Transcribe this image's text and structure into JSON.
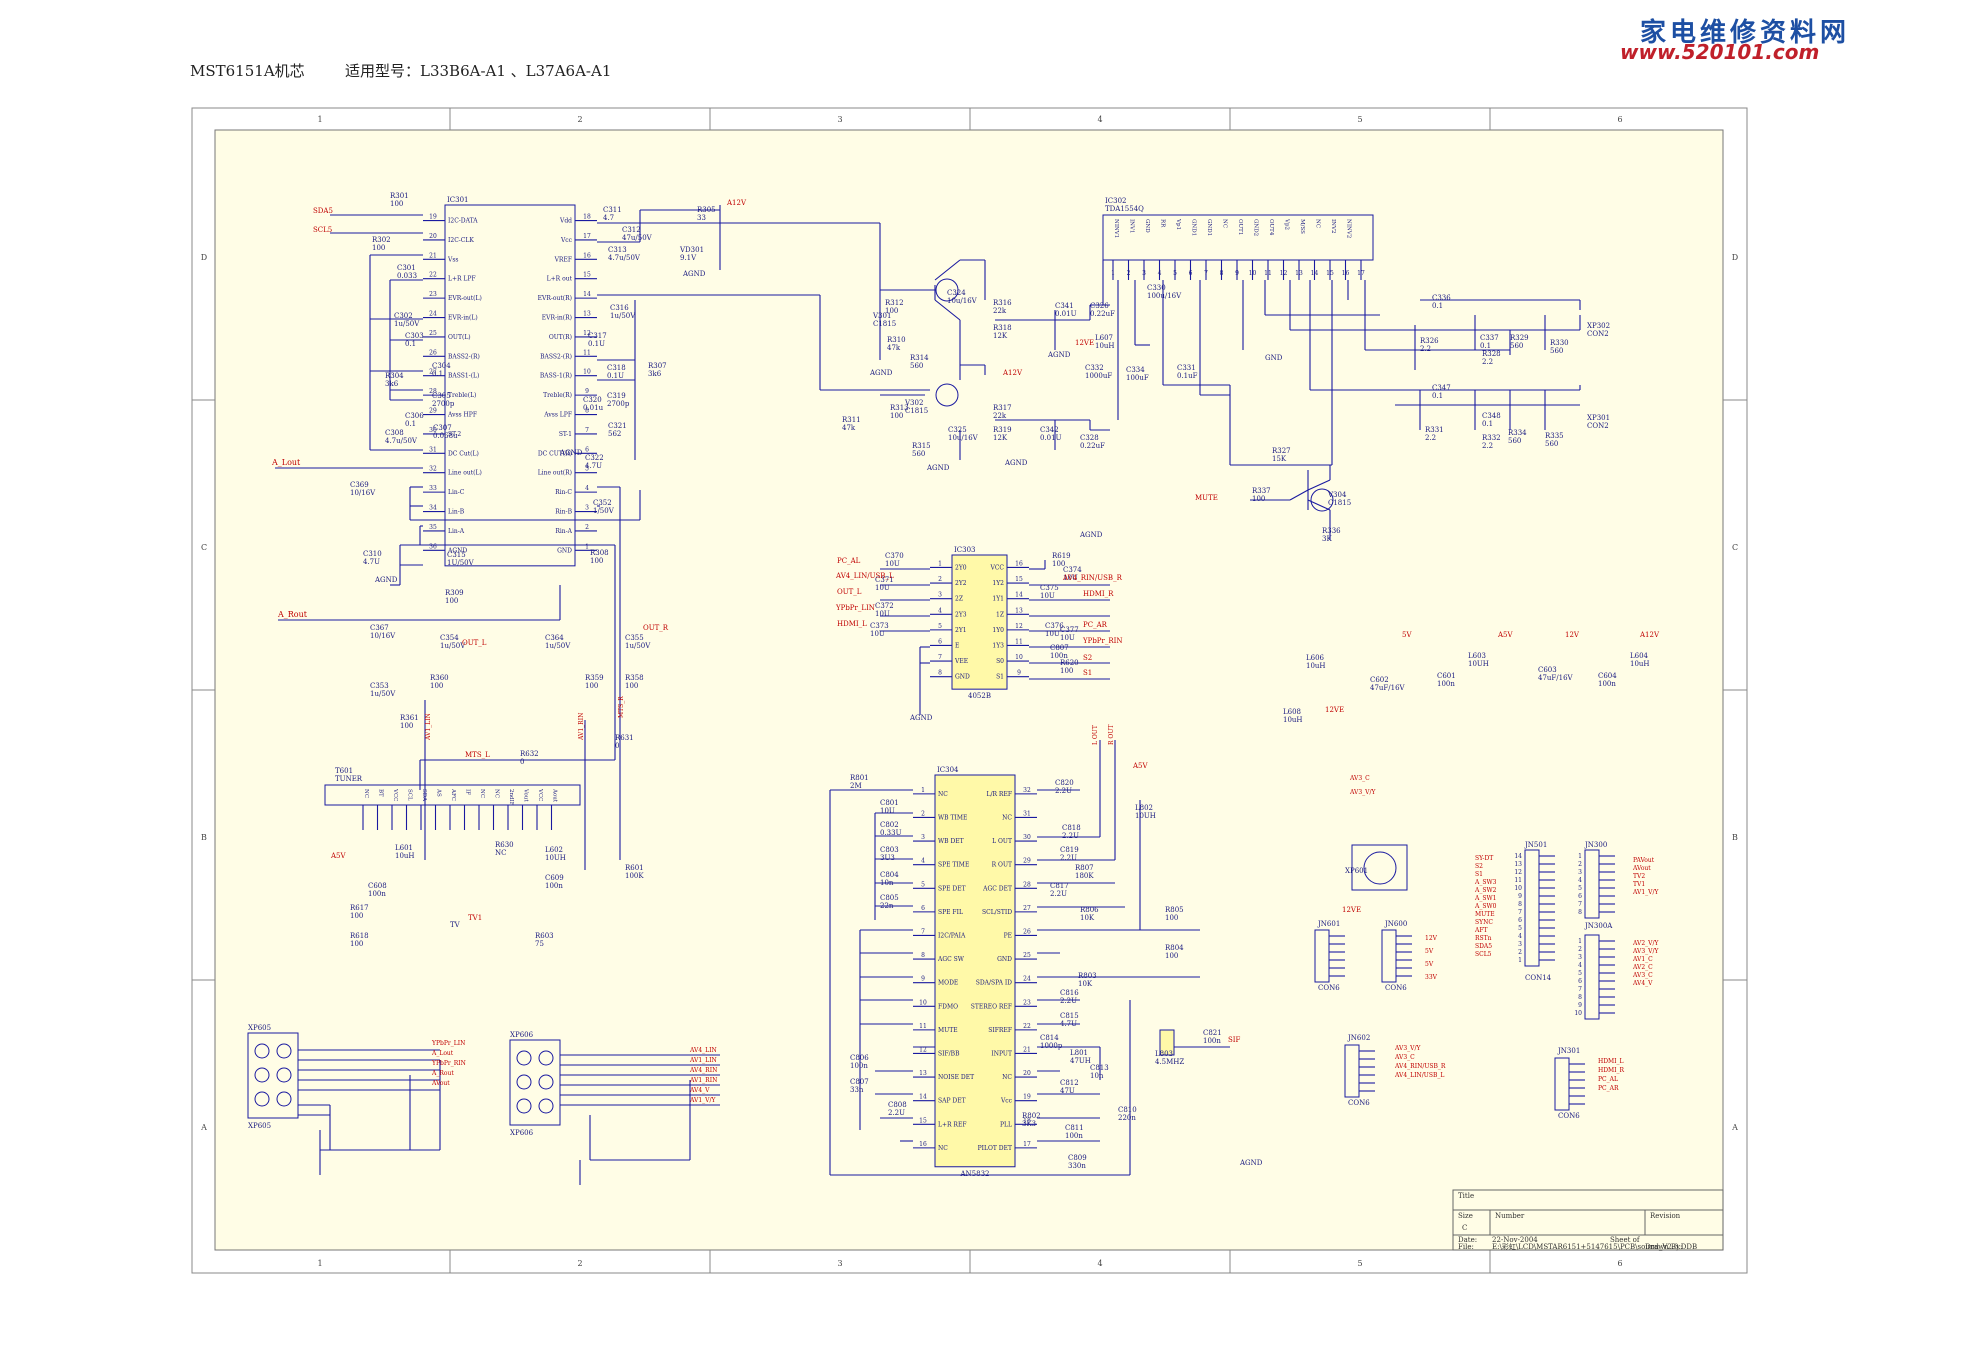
{
  "header": {
    "chip_label": "MST6151A机芯",
    "models_label": "适用型号：L33B6A-A1 、L37A6A-A1"
  },
  "watermark": {
    "site_name": "家电维修资料网",
    "site_url": "www.520101.com"
  },
  "frame": {
    "column_numbers": [
      "1",
      "2",
      "3",
      "4",
      "5",
      "6"
    ],
    "row_letters": [
      "D",
      "C",
      "B",
      "A"
    ]
  },
  "title_block": {
    "title_label": "Title",
    "size_label": "Size",
    "size_value": "C",
    "number_label": "Number",
    "revision_label": "Revision",
    "date_label": "Date:",
    "date_value": "22-Nov-2004",
    "sheet_label": "Sheet   of",
    "file_label": "File:",
    "file_value": "E:\\彩虹\\LCD\\MSTAR6151+5147615\\PCB\\sound_V2.0.DDB",
    "drawn_label": "Drawn By:"
  },
  "ic301": {
    "ref": "IC301",
    "left_pins": [
      {
        "n": "19",
        "name": "I2C-DATA"
      },
      {
        "n": "20",
        "name": "I2C-CLK"
      },
      {
        "n": "21",
        "name": "Vss"
      },
      {
        "n": "22",
        "name": "L+R LPF"
      },
      {
        "n": "23",
        "name": "EVR-out(L)"
      },
      {
        "n": "24",
        "name": "EVR-in(L)"
      },
      {
        "n": "25",
        "name": "OUT(L)"
      },
      {
        "n": "26",
        "name": "BASS2-(R)"
      },
      {
        "n": "27",
        "name": "BASS1-(L)"
      },
      {
        "n": "28",
        "name": "Treble(L)"
      },
      {
        "n": "29",
        "name": "Avss HPF"
      },
      {
        "n": "30",
        "name": "ST-2"
      },
      {
        "n": "31",
        "name": "DC Cut(L)"
      },
      {
        "n": "32",
        "name": "Line out(L)"
      },
      {
        "n": "33",
        "name": "Lin-C"
      },
      {
        "n": "34",
        "name": "Lin-B"
      },
      {
        "n": "35",
        "name": "Lin-A"
      },
      {
        "n": "36",
        "name": "AGND"
      }
    ],
    "right_pins": [
      {
        "n": "18",
        "name": "Vdd"
      },
      {
        "n": "17",
        "name": "Vcc"
      },
      {
        "n": "16",
        "name": "VREF"
      },
      {
        "n": "15",
        "name": "L+R out"
      },
      {
        "n": "14",
        "name": "EVR-out(R)"
      },
      {
        "n": "13",
        "name": "EVR-in(R)"
      },
      {
        "n": "12",
        "name": "OUT(R)"
      },
      {
        "n": "11",
        "name": "BASS2-(R)"
      },
      {
        "n": "10",
        "name": "BASS-1(R)"
      },
      {
        "n": "9",
        "name": "Treble(R)"
      },
      {
        "n": "8",
        "name": "Avss LPF"
      },
      {
        "n": "7",
        "name": "ST-1"
      },
      {
        "n": "6",
        "name": "DC CUT(R)"
      },
      {
        "n": "5",
        "name": "Line out(R)"
      },
      {
        "n": "4",
        "name": "Rin-C"
      },
      {
        "n": "3",
        "name": "Rin-B"
      },
      {
        "n": "2",
        "name": "Rin-A"
      },
      {
        "n": "1",
        "name": "GND"
      }
    ]
  },
  "ic302": {
    "ref": "IC302",
    "part": "TDA1554Q",
    "pins": [
      "1",
      "2",
      "3",
      "4",
      "5",
      "6",
      "7",
      "8",
      "9",
      "10",
      "11",
      "12",
      "13",
      "14",
      "15",
      "16",
      "17"
    ],
    "pin_names": [
      "NINV1",
      "INV1",
      "GND",
      "RR",
      "Vp1",
      "GND1",
      "GND1",
      "NC",
      "OUT1",
      "GND2",
      "OUT4",
      "Vp2",
      "M/SS",
      "NC",
      "INV2",
      "NINV2"
    ]
  },
  "ic303": {
    "ref": "IC303",
    "part": "4052B",
    "left_pins": [
      {
        "n": "1",
        "name": "2Y0"
      },
      {
        "n": "2",
        "name": "2Y2"
      },
      {
        "n": "3",
        "name": "2Z"
      },
      {
        "n": "4",
        "name": "2Y3"
      },
      {
        "n": "5",
        "name": "2Y1"
      },
      {
        "n": "6",
        "name": "E"
      },
      {
        "n": "7",
        "name": "VEE"
      },
      {
        "n": "8",
        "name": "GND"
      }
    ],
    "right_pins": [
      {
        "n": "16",
        "name": "VCC"
      },
      {
        "n": "15",
        "name": "1Y2"
      },
      {
        "n": "14",
        "name": "1Y1"
      },
      {
        "n": "13",
        "name": "1Z"
      },
      {
        "n": "12",
        "name": "1Y0"
      },
      {
        "n": "11",
        "name": "1Y3"
      },
      {
        "n": "10",
        "name": "S0"
      },
      {
        "n": "9",
        "name": "S1"
      }
    ]
  },
  "ic304": {
    "ref": "IC304",
    "part": "AN5832",
    "left_pins": [
      {
        "n": "1",
        "name": "NC"
      },
      {
        "n": "2",
        "name": "WB TIME"
      },
      {
        "n": "3",
        "name": "WB DET"
      },
      {
        "n": "4",
        "name": "SPE TIME"
      },
      {
        "n": "5",
        "name": "SPE DET"
      },
      {
        "n": "6",
        "name": "SPE FIL"
      },
      {
        "n": "7",
        "name": "I2C/PAIA"
      },
      {
        "n": "8",
        "name": "AGC SW"
      },
      {
        "n": "9",
        "name": "MODE"
      },
      {
        "n": "10",
        "name": "FDMO"
      },
      {
        "n": "11",
        "name": "MUTE"
      },
      {
        "n": "12",
        "name": "SIF/BB"
      },
      {
        "n": "13",
        "name": "NOISE DET"
      },
      {
        "n": "14",
        "name": "SAP DET"
      },
      {
        "n": "15",
        "name": "L+R REF"
      },
      {
        "n": "16",
        "name": "NC"
      }
    ],
    "right_pins": [
      {
        "n": "32",
        "name": "L/R REF"
      },
      {
        "n": "31",
        "name": "NC"
      },
      {
        "n": "30",
        "name": "L OUT"
      },
      {
        "n": "29",
        "name": "R OUT"
      },
      {
        "n": "28",
        "name": "AGC DET"
      },
      {
        "n": "27",
        "name": "SCL/STID"
      },
      {
        "n": "26",
        "name": "PE"
      },
      {
        "n": "25",
        "name": "GND"
      },
      {
        "n": "24",
        "name": "SDA/SPA ID"
      },
      {
        "n": "23",
        "name": "STEREO REF"
      },
      {
        "n": "22",
        "name": "SIFREF"
      },
      {
        "n": "21",
        "name": "INPUT"
      },
      {
        "n": "20",
        "name": "NC"
      },
      {
        "n": "19",
        "name": "Vcc"
      },
      {
        "n": "18",
        "name": "PLL"
      },
      {
        "n": "17",
        "name": "PILOT DET"
      }
    ]
  },
  "tuner": {
    "ref": "T601",
    "name": "TUNER",
    "pins": [
      "NC",
      "BT",
      "VCC",
      "SCL",
      "SDA",
      "AS",
      "AFC",
      "IF",
      "NC",
      "NC",
      "2ndIF",
      "Vout",
      "VCC",
      "Aout"
    ]
  },
  "nets": {
    "sda": "SDA5",
    "scl": "SCL5",
    "a_lout": "A_Lout",
    "a_rout": "A_Rout",
    "mute": "MUTE",
    "a12v": "A12V",
    "agnd": "AGND",
    "gnd": "GND",
    "out_l": "OUT_L",
    "out_r": "OUT_R",
    "av1_lin": "AV1_LIN",
    "av1_rin": "AV1_RIN",
    "mts_l": "MTS_L",
    "mts_r": "MTS_R",
    "tv1": "TV1",
    "tv": "TV",
    "sif": "SIF",
    "a5v": "A5V",
    "l_out": "L OUT",
    "r_out": "R OUT"
  },
  "components_left": [
    {
      "ref": "R301",
      "val": "100"
    },
    {
      "ref": "R302",
      "val": "100"
    },
    {
      "ref": "C301",
      "val": "0.033"
    },
    {
      "ref": "C302",
      "val": "1u/50V"
    },
    {
      "ref": "C303",
      "val": "0.1"
    },
    {
      "ref": "C304",
      "val": "0.1"
    },
    {
      "ref": "R304",
      "val": "3k6"
    },
    {
      "ref": "C305",
      "val": "2700p"
    },
    {
      "ref": "C306",
      "val": "0.1"
    },
    {
      "ref": "C307",
      "val": "0.068u"
    },
    {
      "ref": "C308",
      "val": "4.7u/50V"
    },
    {
      "ref": "C369",
      "val": "10/16V"
    },
    {
      "ref": "C310",
      "val": "4.7U"
    },
    {
      "ref": "C315",
      "val": "1U/50V"
    },
    {
      "ref": "R309",
      "val": "100"
    },
    {
      "ref": "C367",
      "val": "10/16V"
    },
    {
      "ref": "C354",
      "val": "1u/50V"
    },
    {
      "ref": "C353",
      "val": "1u/50V"
    },
    {
      "ref": "R360",
      "val": "100"
    },
    {
      "ref": "R361",
      "val": "100"
    },
    {
      "ref": "C311",
      "val": "4.7"
    },
    {
      "ref": "C312",
      "val": "47u/50V"
    },
    {
      "ref": "C313",
      "val": "4.7u/50V"
    },
    {
      "ref": "R305",
      "val": "33"
    },
    {
      "ref": "VD301",
      "val": "9.1V"
    },
    {
      "ref": "C316",
      "val": "1u/50V"
    },
    {
      "ref": "C317",
      "val": "0.1U"
    },
    {
      "ref": "C318",
      "val": "0.1U"
    },
    {
      "ref": "R307",
      "val": "3k6"
    },
    {
      "ref": "C319",
      "val": "2700p"
    },
    {
      "ref": "C320",
      "val": "0.01u"
    },
    {
      "ref": "C321",
      "val": "562"
    },
    {
      "ref": "C322",
      "val": "4.7U"
    },
    {
      "ref": "C352",
      "val": "1/50V"
    },
    {
      "ref": "R308",
      "val": "100"
    },
    {
      "ref": "C364",
      "val": "1u/50V"
    },
    {
      "ref": "C355",
      "val": "1u/50V"
    },
    {
      "ref": "R359",
      "val": "100"
    },
    {
      "ref": "R358",
      "val": "100"
    },
    {
      "ref": "R631",
      "val": "0"
    },
    {
      "ref": "R632",
      "val": "0"
    },
    {
      "ref": "R601",
      "val": "100K"
    },
    {
      "ref": "R617",
      "val": "100"
    },
    {
      "ref": "R618",
      "val": "100"
    },
    {
      "ref": "R630",
      "val": "NC"
    },
    {
      "ref": "R603",
      "val": "75"
    },
    {
      "ref": "L601",
      "val": "10uH"
    },
    {
      "ref": "L602",
      "val": "10UH"
    },
    {
      "ref": "C608",
      "val": "100n"
    },
    {
      "ref": "C609",
      "val": "100n"
    }
  ],
  "components_mid": [
    {
      "ref": "R312",
      "val": "100"
    },
    {
      "ref": "V301",
      "val": "C1815"
    },
    {
      "ref": "C324",
      "val": "10u/16V"
    },
    {
      "ref": "R314",
      "val": "560"
    },
    {
      "ref": "R310",
      "val": "47k"
    },
    {
      "ref": "R316",
      "val": "22k"
    },
    {
      "ref": "R318",
      "val": "12K"
    },
    {
      "ref": "C341",
      "val": "0.01U"
    },
    {
      "ref": "C326",
      "val": "0.22uF"
    },
    {
      "ref": "R313",
      "val": "100"
    },
    {
      "ref": "V302",
      "val": "C1815"
    },
    {
      "ref": "R311",
      "val": "47k"
    },
    {
      "ref": "R315",
      "val": "560"
    },
    {
      "ref": "C325",
      "val": "10u/16V"
    },
    {
      "ref": "R317",
      "val": "22k"
    },
    {
      "ref": "R319",
      "val": "12K"
    },
    {
      "ref": "C342",
      "val": "0.01U"
    },
    {
      "ref": "C328",
      "val": "0.22uF"
    },
    {
      "ref": "L607",
      "val": "10uH"
    },
    {
      "ref": "C332",
      "val": "1000uF"
    },
    {
      "ref": "C334",
      "val": "100uF"
    },
    {
      "ref": "C330",
      "val": "100u/16V"
    },
    {
      "ref": "C331",
      "val": "0.1uF"
    },
    {
      "ref": "C370",
      "val": "10U"
    },
    {
      "ref": "C371",
      "val": "10U"
    },
    {
      "ref": "C372",
      "val": "10U"
    },
    {
      "ref": "C373",
      "val": "10U"
    },
    {
      "ref": "C374",
      "val": "10U"
    },
    {
      "ref": "C375",
      "val": "10U"
    },
    {
      "ref": "C376",
      "val": "10U"
    },
    {
      "ref": "C377",
      "val": "10U"
    },
    {
      "ref": "C807",
      "val": "100n"
    },
    {
      "ref": "R619",
      "val": "100"
    },
    {
      "ref": "R620",
      "val": "100"
    }
  ],
  "components_right": [
    {
      "ref": "C336",
      "val": "0.1"
    },
    {
      "ref": "R326",
      "val": "2.2"
    },
    {
      "ref": "C337",
      "val": "0.1"
    },
    {
      "ref": "R328",
      "val": "2.2"
    },
    {
      "ref": "R329",
      "val": "560"
    },
    {
      "ref": "R330",
      "val": "560"
    },
    {
      "ref": "XP302",
      "val": "CON2"
    },
    {
      "ref": "C347",
      "val": "0.1"
    },
    {
      "ref": "R331",
      "val": "2.2"
    },
    {
      "ref": "C348",
      "val": "0.1"
    },
    {
      "ref": "R332",
      "val": "2.2"
    },
    {
      "ref": "R334",
      "val": "560"
    },
    {
      "ref": "R335",
      "val": "560"
    },
    {
      "ref": "XP301",
      "val": "CON2"
    },
    {
      "ref": "R327",
      "val": "15K"
    },
    {
      "ref": "R337",
      "val": "100"
    },
    {
      "ref": "V304",
      "val": "C1815"
    },
    {
      "ref": "R336",
      "val": "3K"
    },
    {
      "ref": "L606",
      "val": "10uH"
    },
    {
      "ref": "C602",
      "val": "47uF/16V"
    },
    {
      "ref": "C601",
      "val": "100n"
    },
    {
      "ref": "L603",
      "val": "10UH"
    },
    {
      "ref": "C603",
      "val": "47uF/16V"
    },
    {
      "ref": "C604",
      "val": "100n"
    },
    {
      "ref": "L604",
      "val": "10uH"
    },
    {
      "ref": "L608",
      "val": "10uH"
    }
  ],
  "components_ic304": [
    {
      "ref": "R801",
      "val": "2M"
    },
    {
      "ref": "C801",
      "val": "10U"
    },
    {
      "ref": "C802",
      "val": "0.33U"
    },
    {
      "ref": "C803",
      "val": "3U3"
    },
    {
      "ref": "C804",
      "val": "10n"
    },
    {
      "ref": "C805",
      "val": "22n"
    },
    {
      "ref": "C806",
      "val": "100n"
    },
    {
      "ref": "C807",
      "val": "33n"
    },
    {
      "ref": "C808",
      "val": "2.2U"
    },
    {
      "ref": "C820",
      "val": "2.2U"
    },
    {
      "ref": "C818",
      "val": "2.2U"
    },
    {
      "ref": "C819",
      "val": "2.2U"
    },
    {
      "ref": "R807",
      "val": "180K"
    },
    {
      "ref": "C817",
      "val": "2.2U"
    },
    {
      "ref": "R806",
      "val": "10K"
    },
    {
      "ref": "R805",
      "val": "100"
    },
    {
      "ref": "R804",
      "val": "100"
    },
    {
      "ref": "R803",
      "val": "10K"
    },
    {
      "ref": "C816",
      "val": "2.2U"
    },
    {
      "ref": "C815",
      "val": "4.7U"
    },
    {
      "ref": "C814",
      "val": "1000p"
    },
    {
      "ref": "L801",
      "val": "47UH"
    },
    {
      "ref": "C813",
      "val": "10n"
    },
    {
      "ref": "C812",
      "val": "47U"
    },
    {
      "ref": "R802",
      "val": "3K3"
    },
    {
      "ref": "C811",
      "val": "100n"
    },
    {
      "ref": "C810",
      "val": "220n"
    },
    {
      "ref": "C809",
      "val": "330n"
    },
    {
      "ref": "L802",
      "val": "10UH"
    },
    {
      "ref": "L803",
      "val": "4.5MHZ"
    },
    {
      "ref": "C821",
      "val": "100n"
    }
  ],
  "connectors": {
    "jn501": {
      "ref": "JN501",
      "name": "CON14",
      "pins": [
        "14",
        "13",
        "12",
        "11",
        "10",
        "9",
        "8",
        "7",
        "6",
        "5",
        "4",
        "3",
        "2",
        "1"
      ],
      "labels": [
        "SY-DT",
        "S2",
        "S1",
        "A_SW3",
        "A_SW2",
        "A_SW1",
        "A_SW0",
        "MUTE",
        "SYNC",
        "AFT",
        "RSTn",
        "SDA5",
        "SCL5"
      ]
    },
    "jn300": {
      "ref": "JN300",
      "pins": [
        "1",
        "2",
        "3",
        "4",
        "5",
        "6",
        "7",
        "8"
      ],
      "labels": [
        "PAVout",
        "AVout",
        "TV2",
        "TV1",
        "AV1_V/Y"
      ]
    },
    "jn300a": {
      "ref": "JN300A",
      "pins": [
        "1",
        "2",
        "3",
        "4",
        "5",
        "6",
        "7",
        "8",
        "9",
        "10"
      ],
      "labels": [
        "AV2_V/Y",
        "AV3_V/Y",
        "AV1_C",
        "AV2_C",
        "AV3_C",
        "AV4_V"
      ]
    },
    "jn601": {
      "ref": "JN601",
      "name": "CON6",
      "top": "12VE"
    },
    "jn600": {
      "ref": "JN600",
      "name": "CON6",
      "labels": [
        "12V",
        "5V",
        "5V",
        "33V"
      ]
    },
    "jn602": {
      "ref": "JN602",
      "name": "CON6",
      "labels": [
        "AV3_V/Y",
        "AV3_C",
        "AV4_RIN/USB_R",
        "AV4_LIN/USB_L"
      ]
    },
    "jn301": {
      "ref": "JN301",
      "name": "CON6",
      "labels": [
        "HDMI_L",
        "HDMI_R",
        "PC_AL",
        "PC_AR"
      ]
    },
    "xp601": {
      "ref": "XP601",
      "labels": [
        "AV3_C",
        "AV3_V/Y"
      ]
    },
    "xp605": {
      "ref": "XP605",
      "labels": [
        "YPbPr_LIN",
        "A_Lout",
        "YPbPr_RIN",
        "A_Rout",
        "AVout"
      ]
    },
    "xp606": {
      "ref": "XP606",
      "labels": [
        "AV4_LIN",
        "AV1_LIN",
        "AV4_RIN",
        "AV1_RIN",
        "AV4_V",
        "AV1_V/Y"
      ]
    }
  },
  "signals": {
    "pc_al": "PC_AL",
    "av4_lin_usb_l": "AV4_LIN/USB_L",
    "out_l": "OUT_L",
    "ypbpr_lin": "YPbPr_LIN",
    "hdmi_l": "HDMI_L",
    "av4_rin_usb_r": "AV4_RIN/USB_R",
    "hdmi_r": "HDMI_R",
    "pc_ar": "PC_AR",
    "ypbpr_rin": "YPbPr_RIN",
    "s1": "S1",
    "s2": "S2",
    "r_l": "R L",
    "v12e": "12VE",
    "v5": "5V",
    "v12": "12V",
    "v12b": "12V",
    "a12v2": "A12V"
  }
}
